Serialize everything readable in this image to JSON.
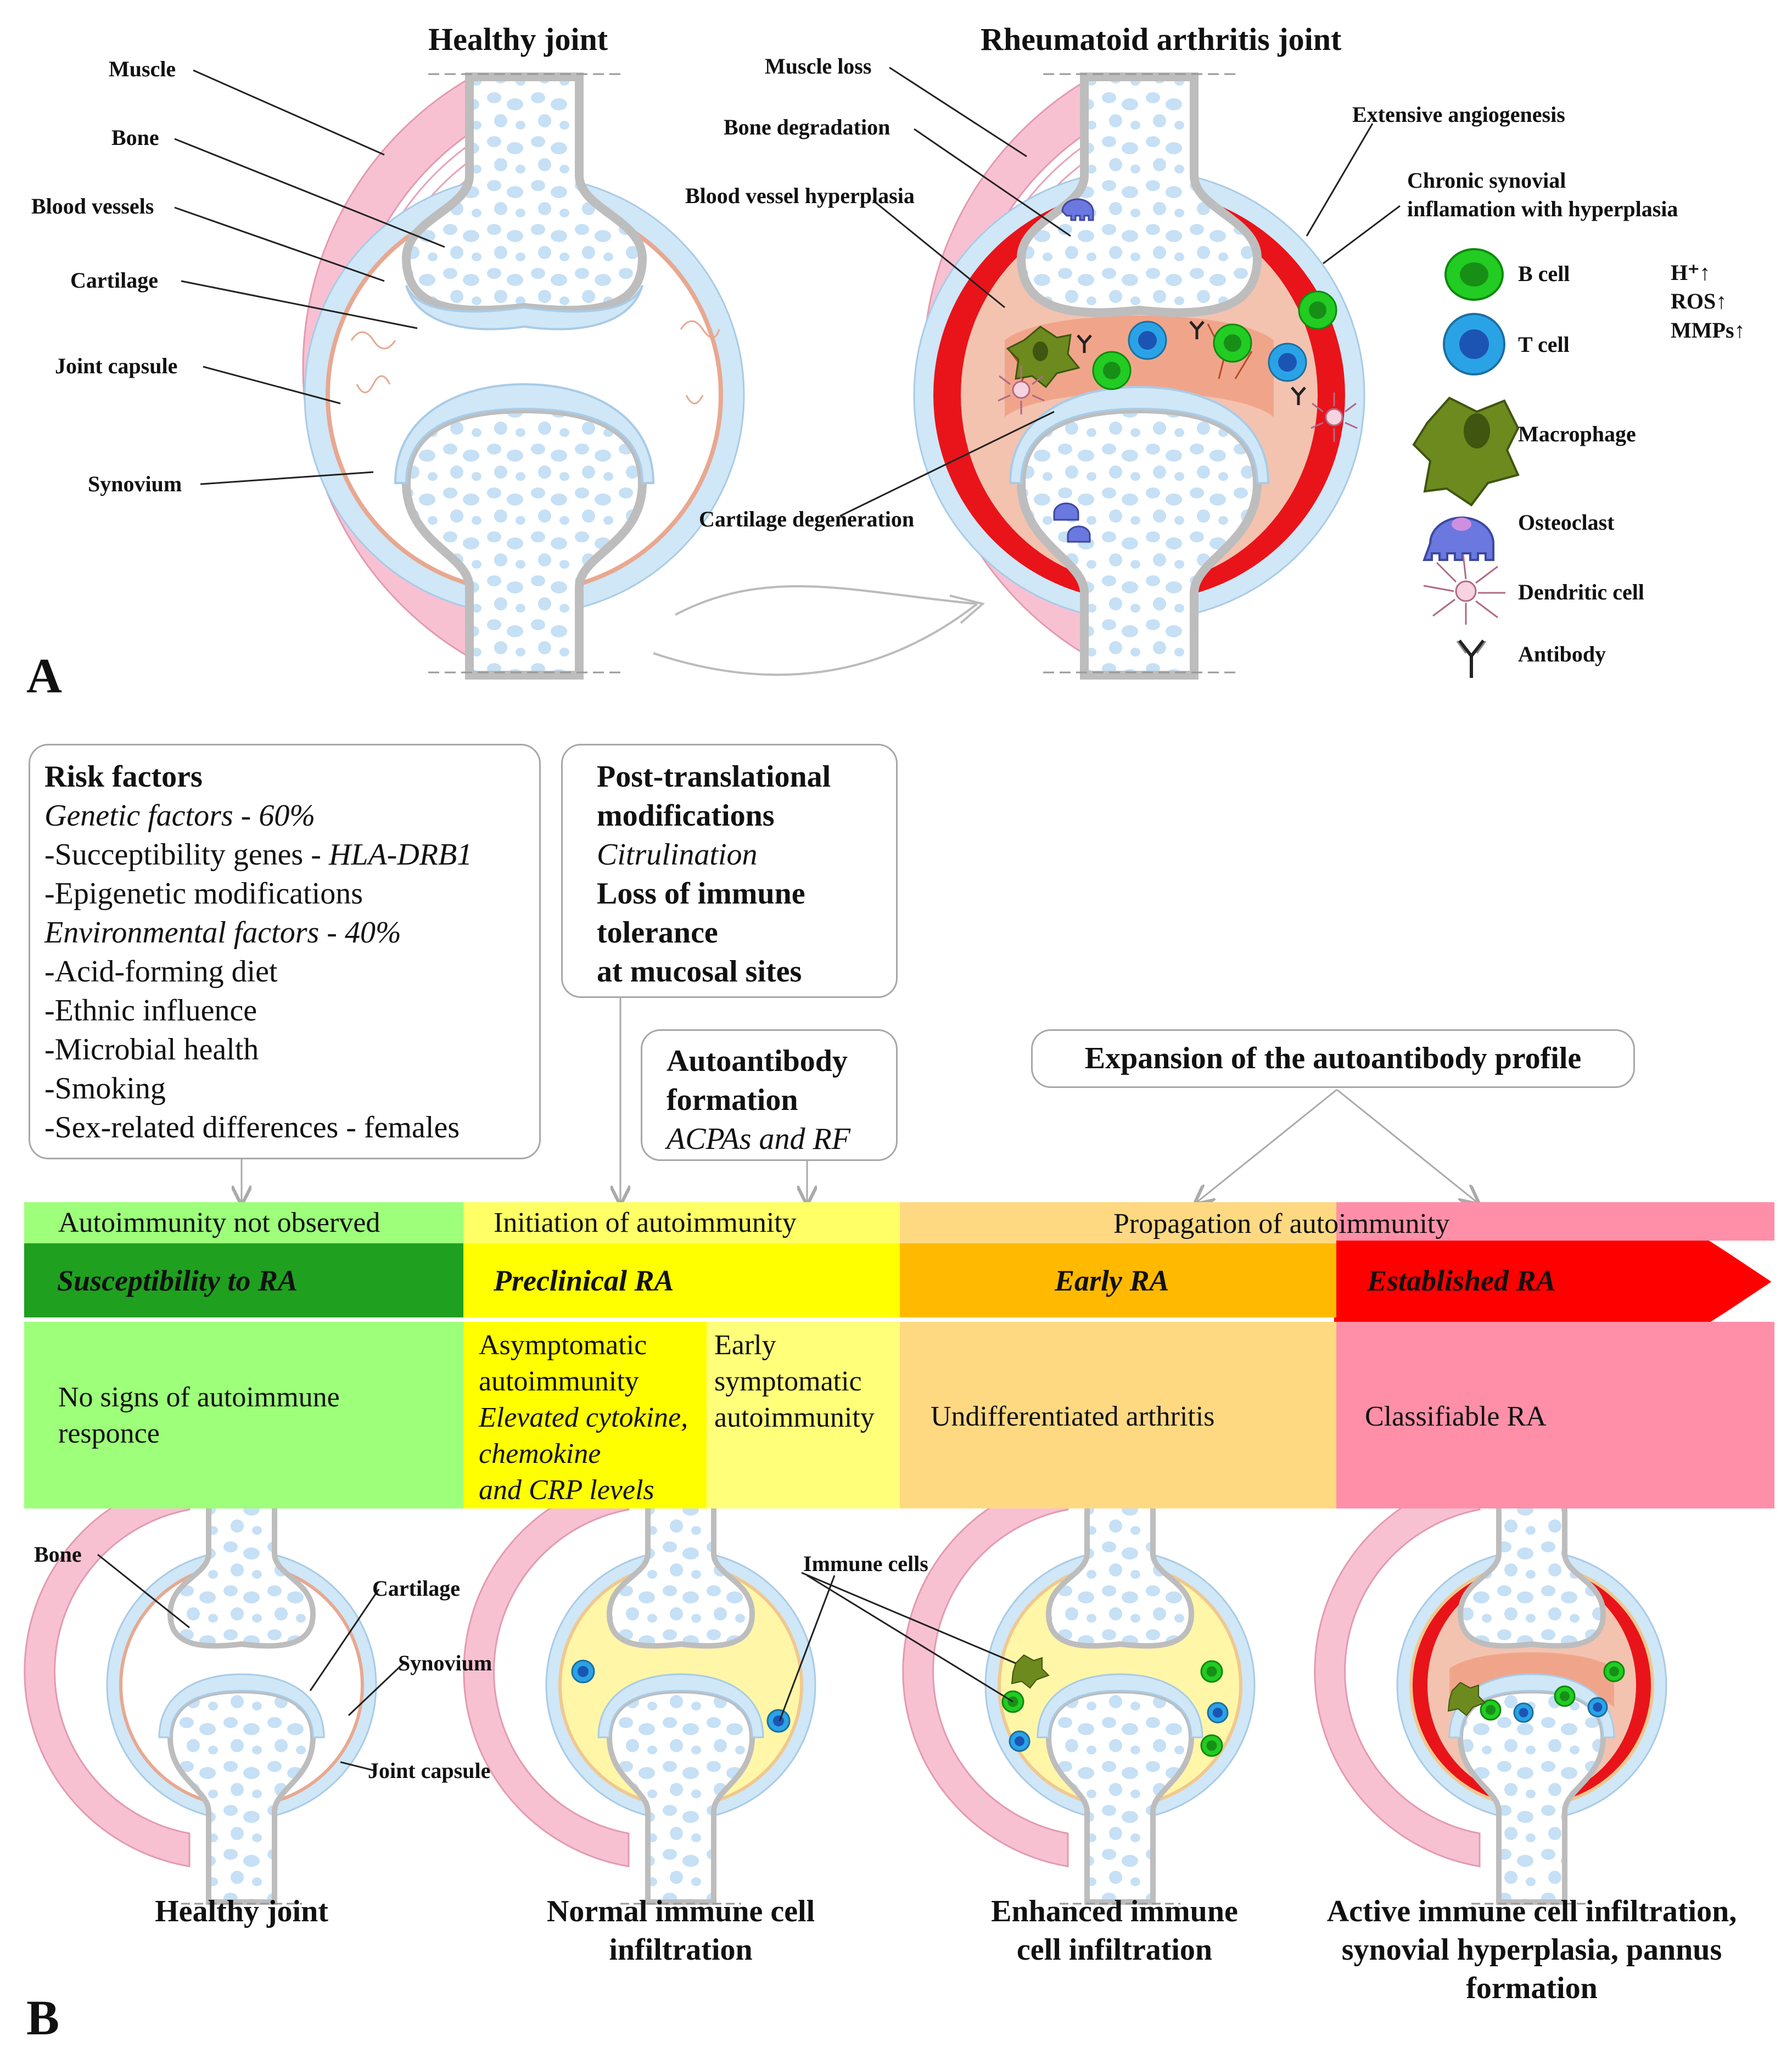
{
  "panel_a": {
    "label": "A",
    "healthy_title": "Healthy joint",
    "ra_title": "Rheumatoid arthritis joint",
    "healthy_labels": [
      "Muscle",
      "Bone",
      "Blood vessels",
      "Cartilage",
      "Joint capsule",
      "Synovium"
    ],
    "ra_labels": {
      "muscle_loss": "Muscle loss",
      "bone_degradation": "Bone degradation",
      "blood_vessel_hyperplasia": "Blood vessel hyperplasia",
      "cartilage_degeneration": "Cartilage degeneration",
      "angiogenesis": "Extensive angiogenesis",
      "synovial_line1": "Chronic synovial",
      "synovial_line2": "inflamation with hyperplasia"
    },
    "legend": [
      {
        "name": "B cell",
        "icon": "b-cell-icon"
      },
      {
        "name": "T cell",
        "icon": "t-cell-icon"
      },
      {
        "name": "Macrophage",
        "icon": "macrophage-icon"
      },
      {
        "name": "Osteoclast",
        "icon": "osteoclast-icon"
      },
      {
        "name": "Dendritic cell",
        "icon": "dendritic-cell-icon"
      },
      {
        "name": "Antibody",
        "icon": "antibody-icon"
      }
    ],
    "markers": [
      "H⁺↑",
      "ROS↑",
      "MMPs↑"
    ]
  },
  "panel_b": {
    "label": "B",
    "risk_box": [
      {
        "text": "Risk factors",
        "style": "b"
      },
      {
        "text": "Genetic factors - 60%",
        "style": "i"
      },
      {
        "text": "-Succeptibility genes - ",
        "style": "",
        "tail": "HLA-DRB1",
        "tail_style": "i"
      },
      {
        "text": "-Epigenetic modifications",
        "style": ""
      },
      {
        "text": "Environmental factors - 40%",
        "style": "i"
      },
      {
        "text": "-Acid-forming diet",
        "style": ""
      },
      {
        "text": "-Ethnic influence",
        "style": ""
      },
      {
        "text": "-Microbial health",
        "style": ""
      },
      {
        "text": "-Smoking",
        "style": ""
      },
      {
        "text": "-Sex-related differences - females",
        "style": ""
      }
    ],
    "ptm_box": [
      {
        "text": "Post-translational",
        "style": "b"
      },
      {
        "text": "modifications",
        "style": "b"
      },
      {
        "text": "Citrulination",
        "style": "i"
      },
      {
        "text": "Loss of immune",
        "style": "b"
      },
      {
        "text": "tolerance",
        "style": "b"
      },
      {
        "text": "at mucosal sites",
        "style": "b"
      }
    ],
    "autoab_box": [
      {
        "text": "Autoantibody",
        "style": "b"
      },
      {
        "text": "formation",
        "style": "b"
      },
      {
        "text": "ACPAs and RF",
        "style": "i"
      }
    ],
    "expansion_box": "Expansion of the autoantibody profile",
    "phases": {
      "not_observed": "Autoimmunity not observed",
      "initiation": "Initiation of autoimmunity",
      "propagation": "Propagation of autoimmunity"
    },
    "stages": {
      "susceptibility": "Susceptibility to RA",
      "preclinical": "Preclinical RA",
      "early": "Early RA",
      "established": "Established RA"
    },
    "descriptions": {
      "no_signs": [
        "No signs of autoimmune",
        "responce"
      ],
      "asymptomatic": [
        "Asymptomatic",
        "autoimmunity"
      ],
      "elevated": [
        "Elevated cytokine,",
        "chemokine",
        "and CRP levels"
      ],
      "early_symptomatic": [
        "Early",
        "symptomatic",
        "autoimmunity"
      ],
      "undifferentiated": "Undifferentiated arthritis",
      "classifiable": "Classifiable RA"
    },
    "joint_labels": {
      "bone": "Bone",
      "cartilage": "Cartilage",
      "synovium": "Synovium",
      "joint_capsule": "Joint capsule",
      "immune_cells": "Immune cells"
    },
    "captions": [
      "Healthy joint",
      "Normal immune cell infiltration",
      "Enhanced immune cell infiltration",
      "Active immune cell infiltration, synovial hyperplasia, pannus formation"
    ]
  },
  "colors": {
    "muscle": "#f7c1d2",
    "capsule": "#cfe7f7",
    "synovium": "#e8a890",
    "bone_outline": "#bdbdbd",
    "bone_spot": "#c6e0f5",
    "inflamed": "#e8141a",
    "pannus": "#f0a58a",
    "b_cell": "#22cc22",
    "t_cell": "#2aa3e6",
    "macrophage": "#6c8a1e",
    "osteoclast": "#6a78e0",
    "phase_green": "#9dff7a",
    "phase_yellow": "#ffff66",
    "phase_orange": "#ffd982",
    "phase_red": "#ff8fa8",
    "stage_green": "#1fa01f",
    "stage_yellow": "#ffff00",
    "stage_orange": "#ffba00",
    "stage_red": "#ff0000"
  }
}
